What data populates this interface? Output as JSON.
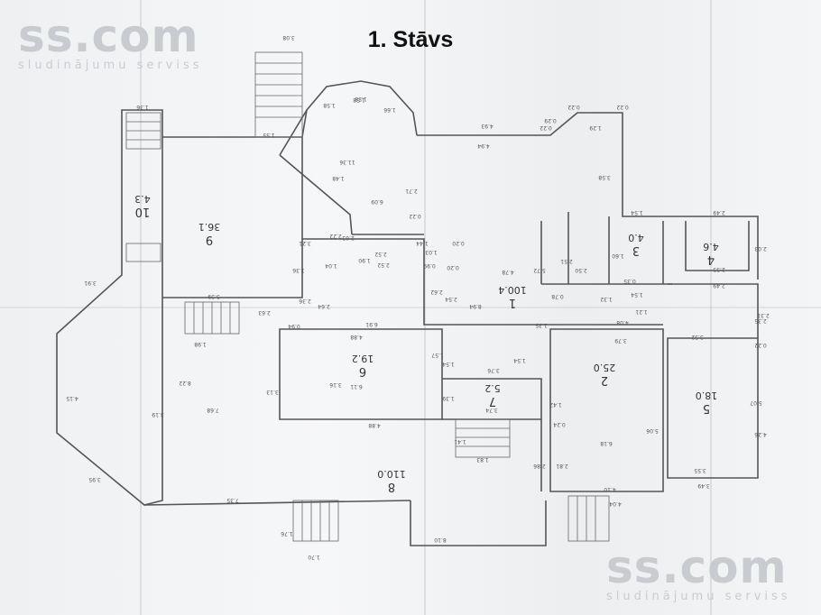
{
  "title": "1. Stāvs",
  "watermarks": [
    {
      "brand": "ss.com",
      "tagline": "sludinājumu serviss"
    },
    {
      "brand": "ss.com",
      "tagline": "sludinājumu serviss"
    }
  ],
  "rooms": [
    {
      "number": "10",
      "area": "4.3"
    },
    {
      "number": "9",
      "area": "36.1"
    },
    {
      "number": "1",
      "area": "100.4"
    },
    {
      "number": "3",
      "area": "4.0"
    },
    {
      "number": "4",
      "area": "4.6"
    },
    {
      "number": "6",
      "area": "19.2"
    },
    {
      "number": "7",
      "area": "5.2"
    },
    {
      "number": "2",
      "area": "25.0"
    },
    {
      "number": "5",
      "area": "18.0"
    },
    {
      "number": "8",
      "area": "110.0"
    }
  ],
  "dimensions": [
    "3.08",
    "1.36",
    "1.55",
    "1.58",
    "1.58",
    "1.66",
    "4.93",
    "4.94",
    "0.22",
    "0.29",
    "0.22",
    "1.29",
    "0.22",
    "3.58",
    "11.36",
    "2.71",
    "6.09",
    "0.22",
    "1.44",
    "1.03",
    "2.52",
    "1.90",
    "2.52",
    "2.22",
    "2.03",
    "1.04",
    "0.99",
    "0.20",
    "0.20",
    "4.78",
    "2.62",
    "2.54",
    "8.94",
    "5.72",
    "2.51",
    "2.50",
    "1.54",
    "1.60",
    "0.35",
    "1.32",
    "1.54",
    "0.78",
    "2.49",
    "2.03",
    "2.55",
    "2.49",
    "2.35",
    "0.22",
    "6.91",
    "4.88",
    "1.57",
    "1.54",
    "3.76",
    "1.39",
    "3.74",
    "1.54",
    "1.42",
    "1.41",
    "3.79",
    "4.08",
    "3.52",
    "2.31",
    "5.07",
    "5.06",
    "6.18",
    "4.26",
    "3.55",
    "3.49",
    "4.10",
    "4.04",
    "2.81",
    "2.86",
    "0.24",
    "1.83",
    "4.88",
    "3.13",
    "3.16",
    "6.11",
    "8.22",
    "7.68",
    "3.19",
    "5.39",
    "2.63",
    "1.98",
    "4.15",
    "3.95",
    "3.91",
    "7.35",
    "8.10",
    "1.70",
    "1.76",
    "1.58",
    "1.48",
    "1.36",
    "3.21",
    "2.36",
    "2.64",
    "0.94",
    "1.35",
    "1.21"
  ],
  "colors": {
    "ink": "#555555",
    "paper": "#f3f4f6",
    "watermark": "#c8ccd1"
  }
}
